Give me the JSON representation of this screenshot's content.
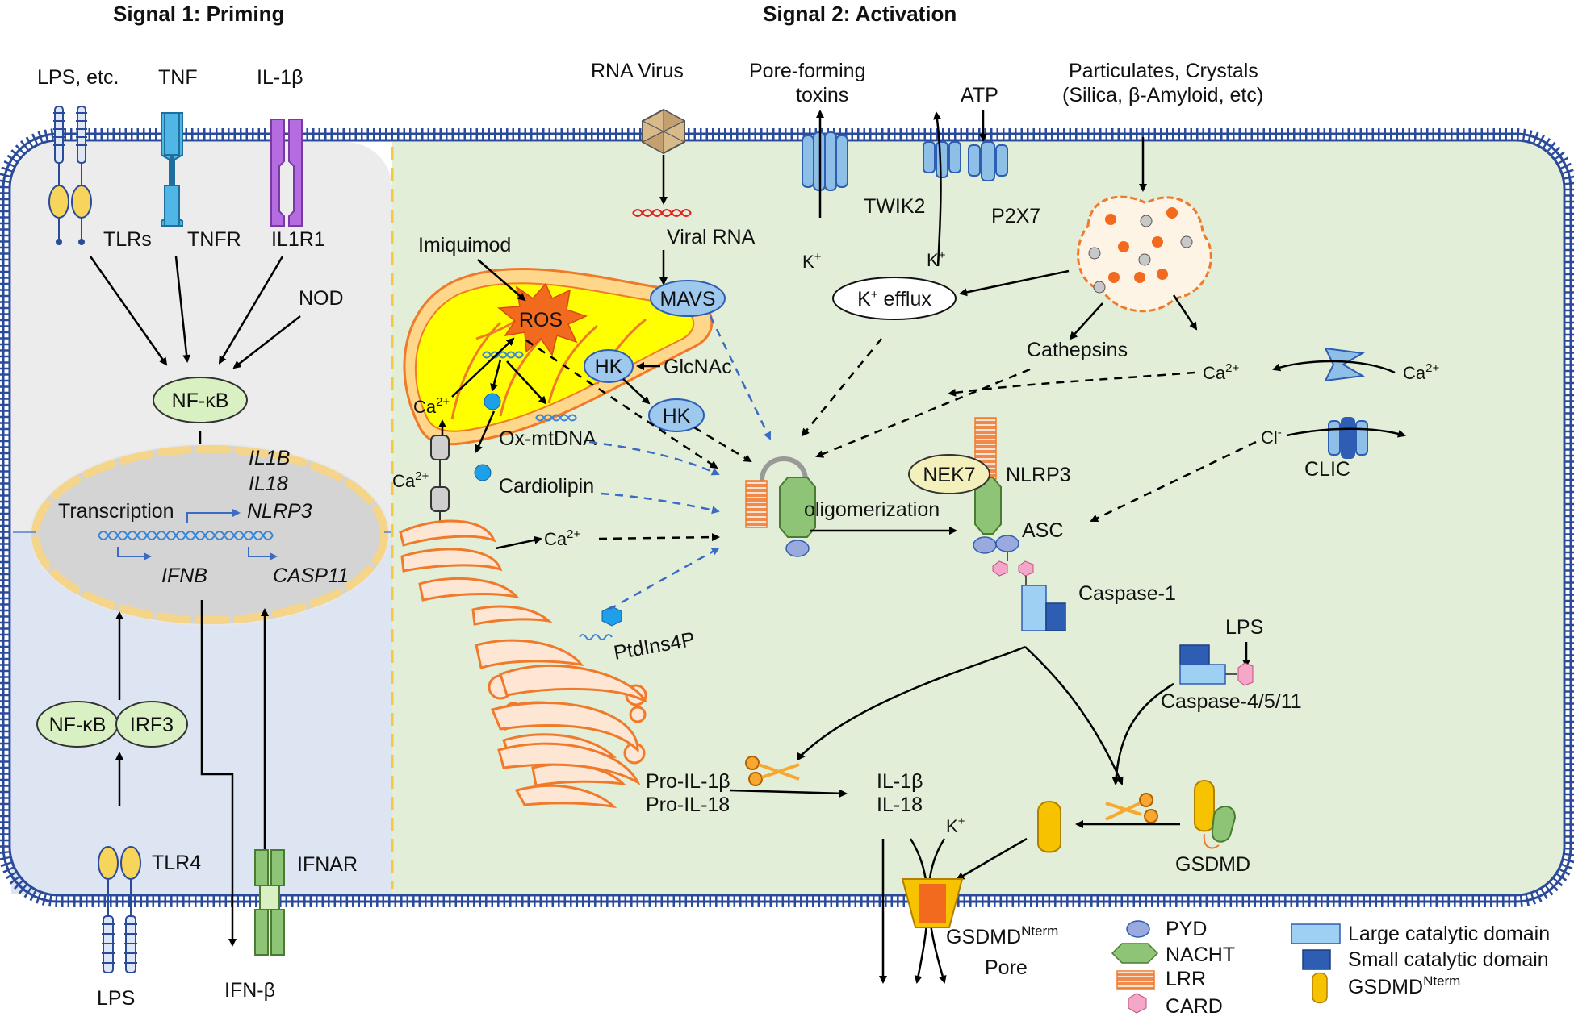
{
  "headers": {
    "signal1": "Signal 1: Priming",
    "signal2": "Signal 2: Activation"
  },
  "priming": {
    "ligands": {
      "lps_etc": "LPS, etc.",
      "tnf": "TNF",
      "il1b": "IL-1β"
    },
    "receptors": {
      "tlrs": "TLRs",
      "tnfr": "TNFR",
      "il1r1": "IL1R1",
      "nod": "NOD",
      "tlr4": "TLR4",
      "ifnar": "IFNAR"
    },
    "nfkb_top": "NF-κB",
    "nucleus": {
      "transcription": "Transcription",
      "il1b": "IL1B",
      "il18": "IL18",
      "nlrp3": "NLRP3",
      "ifnb": "IFNB",
      "casp11": "CASP11"
    },
    "nfkb_bottom": "NF-κB",
    "irf3": "IRF3",
    "lps_bottom": "LPS",
    "ifn_beta": "IFN-β"
  },
  "activation": {
    "rna_virus": "RNA Virus",
    "viral_rna": "Viral RNA",
    "mavs": "MAVS",
    "imiquimod": "Imiquimod",
    "ros": "ROS",
    "hk": "HK",
    "glcnac": "GlcNAc",
    "ca_mito": "Ca2+",
    "ox_mtdna": "Ox-mtDNA",
    "ca_er": "Ca2+",
    "cardiolipin": "Cardiolipin",
    "ca_golgi": "Ca2+",
    "ptdins4p": "PtdIns4P",
    "pore_toxins": [
      "Pore-forming",
      "toxins"
    ],
    "atp": "ATP",
    "twik2": "TWIK2",
    "p2x7": "P2X7",
    "k_left": "K+",
    "k_right": "K+",
    "k_efflux": "K+ efflux",
    "particulates": [
      "Particulates, Crystals",
      "(Silica, β-Amyloid, etc)"
    ],
    "cathepsins": "Cathepsins",
    "ca_inner": "Ca2+",
    "ca_outer": "Ca2+",
    "cl": "Cl-",
    "clic": "CLIC",
    "oligomerization": "oligomerization",
    "nek7": "NEK7",
    "nlrp3": "NLRP3",
    "asc": "ASC",
    "caspase1": "Caspase-1",
    "lps": "LPS",
    "caspase4511": "Caspase-4/5/11",
    "pro_il1b": "Pro-IL-1β",
    "pro_il18": "Pro-IL-18",
    "il1b": "IL-1β",
    "il18": "IL-18",
    "k_pore": "K+",
    "gsdmd": "GSDMD",
    "gsdmd_nterm": "GSDMD",
    "nterm_sup": "Nterm",
    "pore": "Pore"
  },
  "legend": {
    "pyd": "PYD",
    "nacht": "NACHT",
    "lrr": "LRR",
    "card": "CARD",
    "large": "Large catalytic domain",
    "small": "Small catalytic domain",
    "gsdmd": "GSDMD",
    "gsdmd_sup": "Nterm"
  },
  "colors": {
    "priming_top": "#ececec",
    "priming_bottom": "#dde5f3",
    "activation_bg": "#e3eed8",
    "membrane": "#2a4a9a",
    "nucleus": "#d4d4d4",
    "nucleus_dash": "#f5d58a",
    "mito_yellow": "#ffff00",
    "mito_edge": "#f07a2a",
    "lrr": "#f08a4b",
    "nacht": "#8ec476",
    "pyd": "#9aa9de",
    "card": "#f4a7c8",
    "large_cat": "#9dd0f2",
    "small_cat": "#2e5eb4",
    "gsdmd": "#f7c300",
    "receptor_blue": "#4fb6e6",
    "receptor_purple": "#b46ce0",
    "ellipse_green": "#d9f0c2",
    "hk_blue": "#9ec8ee"
  }
}
